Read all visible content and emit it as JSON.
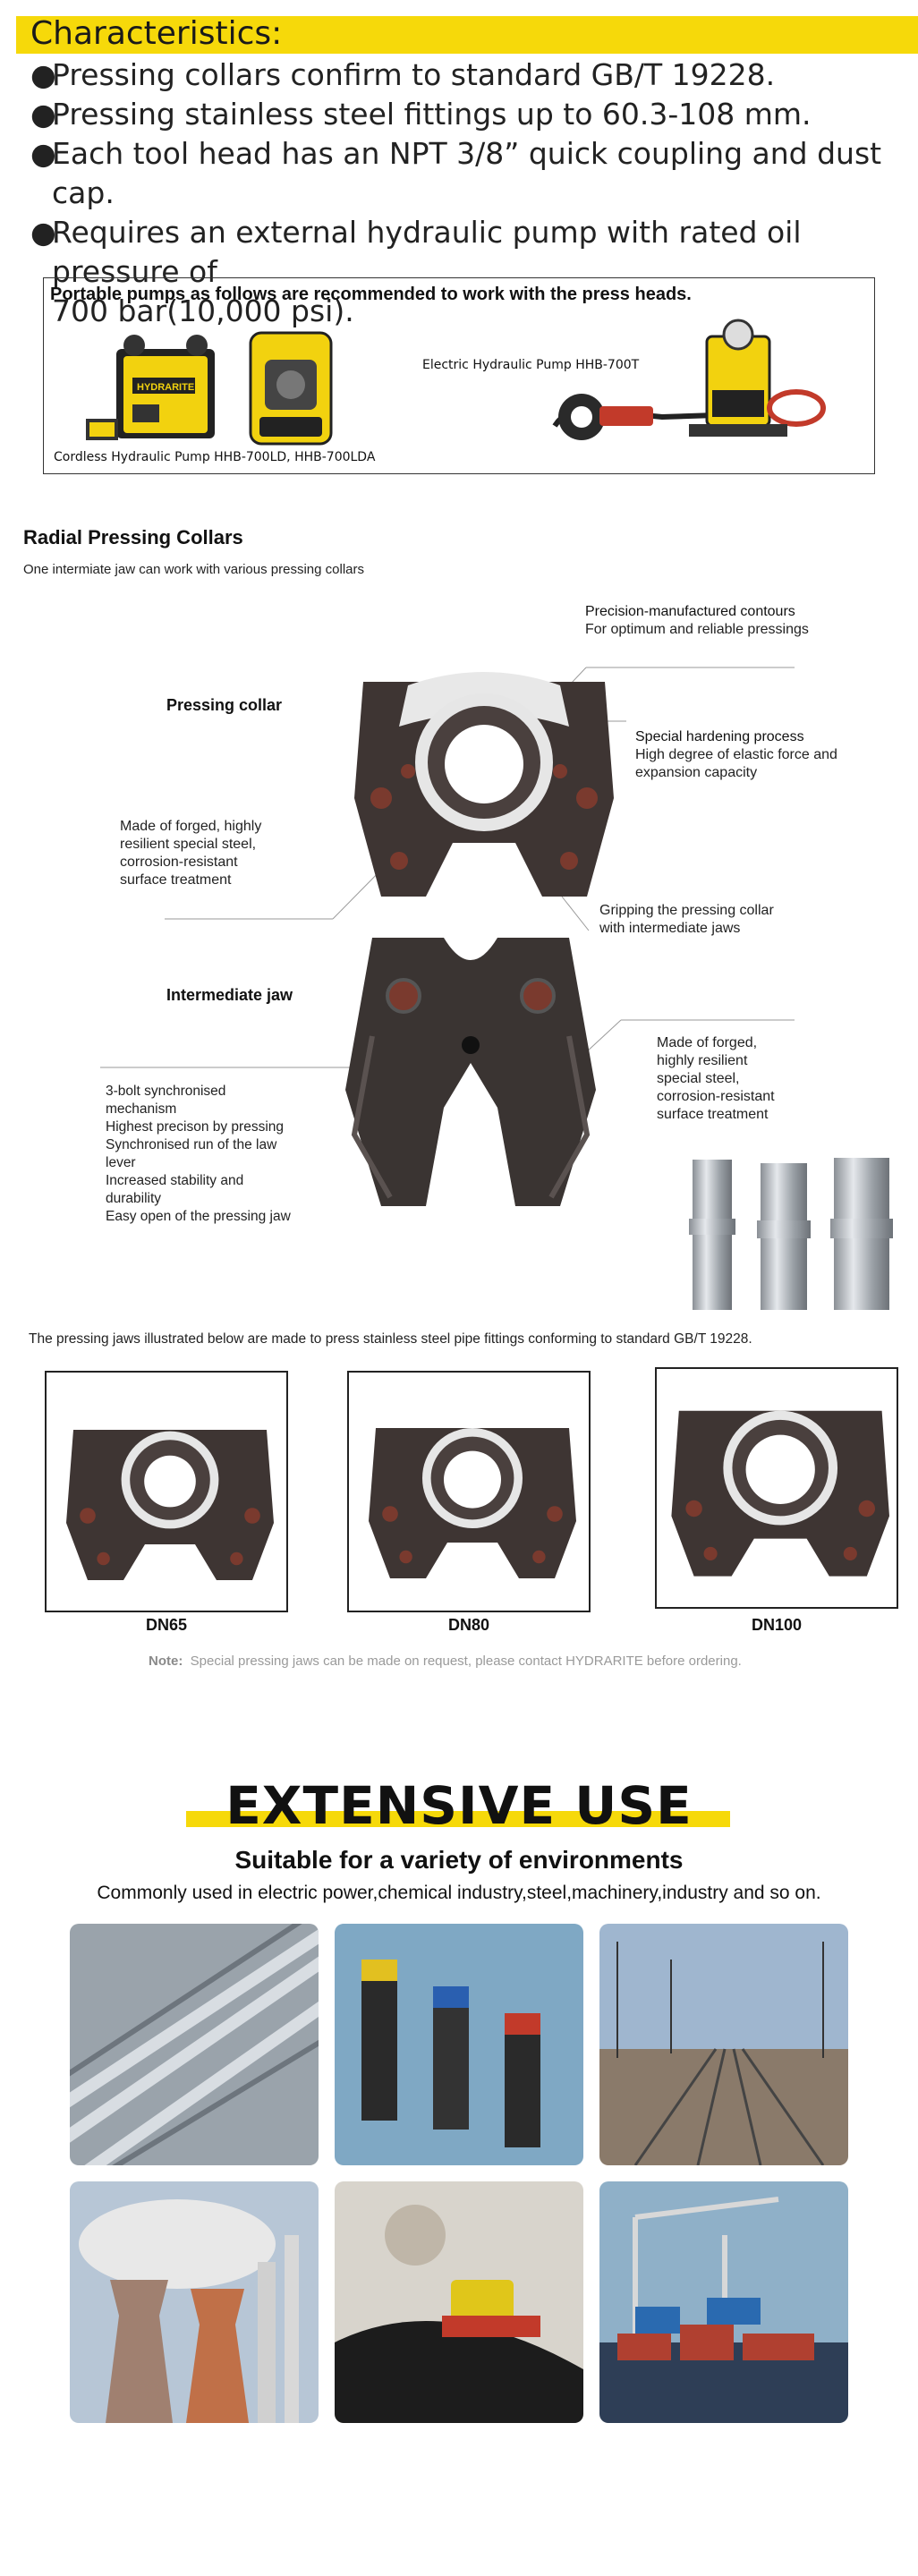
{
  "characteristics": {
    "title": "Characteristics:",
    "bullets": [
      "Pressing collars confirm to standard GB/T 19228.",
      "Pressing stainless steel fittings up to 60.3-108 mm.",
      "Each tool head has an NPT 3/8” quick coupling and dust cap.",
      "Requires an external hydraulic pump with rated oil pressure of",
      "700 bar(10,000 psi)."
    ],
    "bullet_glyph": "●"
  },
  "pumps": {
    "title": "Portable pumps as follows are recommended to work with the press heads.",
    "cordless_caption": "Cordless Hydraulic Pump HHB-700LD, HHB-700LDA",
    "electric_caption": "Electric Hydraulic Pump HHB-700T",
    "brand_logo": "HYDRARITE"
  },
  "radial": {
    "title": "Radial Pressing Collars",
    "subtitle": "One intermiate jaw can work with various pressing collars",
    "callouts": {
      "contours_head": "Precision-manufactured contours",
      "contours_body": "For optimum and reliable pressings",
      "pressing_collar": "Pressing collar",
      "hardening_head": "Special hardening process",
      "hardening_body_1": "High degree of elastic force and",
      "hardening_body_2": "expansion capacity",
      "forged_left_1": "Made of forged, highly",
      "forged_left_2": "resilient special steel,",
      "forged_left_3": "corrosion-resistant",
      "forged_left_4": "surface treatment",
      "gripping_1": "Gripping the pressing collar",
      "gripping_2": "with intermediate jaws",
      "intermediate_jaw": "Intermediate jaw",
      "forged_right_1": "Made of forged,",
      "forged_right_2": "highly resilient",
      "forged_right_3": "special steel,",
      "forged_right_4": "corrosion-resistant",
      "forged_right_5": "surface treatment",
      "bolt_head_1": "3-bolt synchronised",
      "bolt_head_2": "mechanism",
      "bolt_lines": [
        "Highest precison by pressing",
        "Synchronised run of the law",
        "lever",
        "Increased stability and",
        "durability",
        "Easy open of the pressing jaw"
      ]
    }
  },
  "jaws": {
    "note_text": "The pressing jaws illustrated below are made to press stainless steel pipe fittings conforming to standard GB/T 19228.",
    "items": [
      {
        "label": "DN65"
      },
      {
        "label": "DN80"
      },
      {
        "label": "DN100"
      }
    ],
    "footnote_label": "Note:",
    "footnote_text": "Special pressing jaws can be made on request, please contact HYDRARITE before ordering."
  },
  "extensive": {
    "title": "EXTENSIVE USE",
    "subtitle": "Suitable for a variety of environments",
    "description": "Commonly used in electric power,chemical industry,steel,machinery,industry and so on."
  },
  "colors": {
    "accent_yellow": "#f6d90a",
    "jaw_dark": "#3e3533",
    "bolt_red": "#7a3a2e"
  }
}
